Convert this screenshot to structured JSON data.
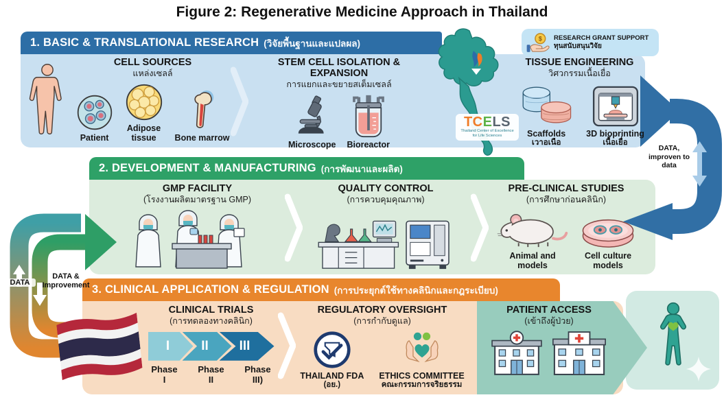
{
  "title": "Figure 2: Regenerative Medicine Approach in Thailand",
  "colors": {
    "s1_header": "#2d6ea6",
    "s1_body": "#c9e0f1",
    "s2_header": "#2ea167",
    "s2_body": "#dcecdd",
    "s3_header": "#e8862d",
    "s3_body": "#f8dcc2",
    "flow_arrow_blue": "#316fa5",
    "patient_access_teal": "#98ccbd",
    "map_teal": "#2b9b90",
    "outcome_box": "#d2eae3"
  },
  "s1": {
    "heading": "1. BASIC & TRANSLATIONAL RESEARCH",
    "heading_thai": "(วิจัยพื้นฐานและแปลผล)",
    "grant": {
      "label": "RESEARCH GRANT SUPPORT",
      "thai": "ทุนสนับสนุนวิจัย",
      "coin": "$"
    },
    "cell_sources": {
      "title": "CELL SOURCES",
      "thai": "แหล่งเซลล์",
      "items": [
        "Patient",
        "Adipose tissue",
        "Bone marrow"
      ]
    },
    "isolation": {
      "title": "STEM CELL ISOLATION & EXPANSION",
      "thai": "การแยกและขยายสเต็มเซลล์",
      "items": [
        "Microscope",
        "Bioreactor"
      ]
    },
    "tissue": {
      "title": "TISSUE ENGINEERING",
      "thai": "วิศวกรรมเนื้อเยื่อ",
      "items": [
        {
          "label": "Scaffolds",
          "thai": "เวาอเนือ"
        },
        {
          "label": "3D bioprinting",
          "thai": "เนื้อเยื่อ"
        }
      ]
    },
    "tcels": {
      "part_tc": "TC",
      "part_e": "E",
      "part_ls": "LS",
      "tagline1": "Thailand Center of Excellence",
      "tagline2": "for Life Sciences"
    }
  },
  "s2": {
    "heading": "2. DEVELOPMENT & MANUFACTURING",
    "heading_thai": "(การพัฒนาและผลิต)",
    "gmp": {
      "title": "GMP FACILITY",
      "thai": "(โรงงานผลิตมาตรฐาน GMP)"
    },
    "qc": {
      "title": "QUALITY CONTROL",
      "thai": "(การควบคุมคุณภาพ)"
    },
    "preclinical": {
      "title": "PRE-CLINICAL STUDIES",
      "thai": "(การศึกษาก่อนคลินิก)",
      "items": [
        "Animal and models",
        "Cell culture models"
      ]
    }
  },
  "s3": {
    "heading": "3. CLINICAL APPLICATION & REGULATION",
    "heading_thai": "(การประยุกต์ใช้ทางคลินิกและกฎระเบียบ)",
    "trials": {
      "title": "CLINICAL TRIALS",
      "thai": "(การทดลองทางคลินิก)",
      "phases": [
        {
          "num": "I",
          "cap1": "Phase",
          "cap2": "I"
        },
        {
          "num": "II",
          "cap1": "Phase",
          "cap2": "II"
        },
        {
          "num": "III",
          "cap1": "Phase",
          "cap2": "III)"
        }
      ]
    },
    "regulatory": {
      "title": "REGULATORY OVERSIGHT",
      "thai": "(การกำกับดูแล)",
      "items": [
        {
          "label": "THAILAND FDA",
          "thai": "(อย.)"
        },
        {
          "label": "ETHICS COMMITTEE",
          "thai": "คณะกรรมการจริยธรรม"
        }
      ]
    },
    "access": {
      "title": "PATIENT ACCESS",
      "thai": "(เข้าถึงผู้ป่วย)"
    }
  },
  "annotations": {
    "right_feedback": "DATA, improven to data",
    "left_data": "DATA",
    "left_improvement": "DATA & Improvement"
  }
}
